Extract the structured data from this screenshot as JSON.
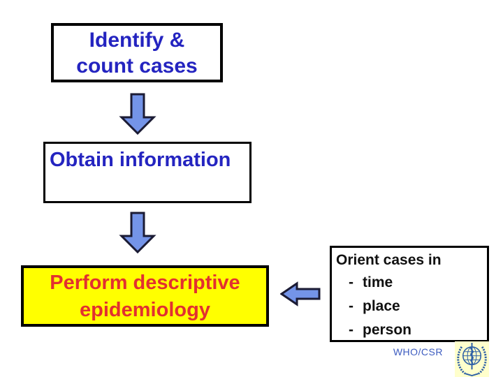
{
  "slide": {
    "boxes": {
      "identify": {
        "lines": [
          "Identify &",
          "count cases"
        ]
      },
      "obtain": {
        "label": "Obtain information"
      },
      "perform": {
        "lines": [
          "Perform descriptive",
          "epidemiology"
        ]
      },
      "orient": {
        "title": "Orient cases in",
        "bullet": "-",
        "items": [
          "time",
          "place",
          "person"
        ]
      }
    },
    "footer": {
      "credit": "WHO/CSR"
    },
    "icons": {
      "down_arrow": "down-arrow",
      "left_arrow": "left-arrow",
      "logo": "who-emblem"
    },
    "colors": {
      "background": "#FFFFFF",
      "box_border": "#000000",
      "navy_text": "#2424C0",
      "red_text": "#E23030",
      "yellow_bg": "#FFFF00",
      "black_text": "#111111",
      "arrow_fill": "#7494E8",
      "arrow_outline": "#1B1B34",
      "credit_blue": "#3D5CC0",
      "logo_bg": "#FFFFCC",
      "logo_blue": "#2D5FA6"
    }
  }
}
